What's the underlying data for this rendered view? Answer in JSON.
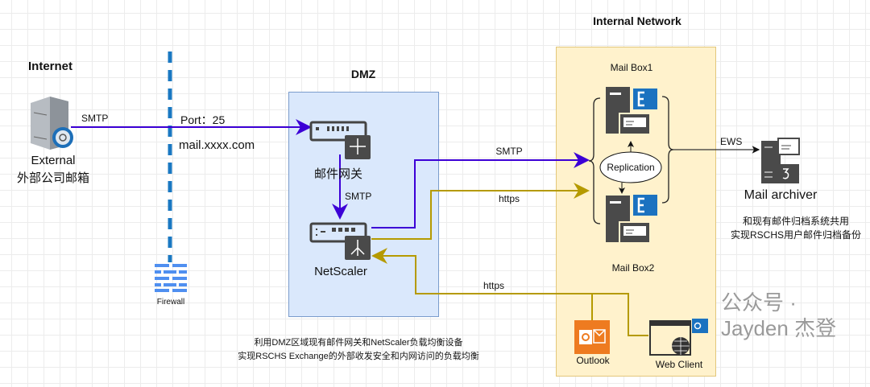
{
  "zones": {
    "internet": "Internet",
    "dmz": "DMZ",
    "internal": "Internal Network"
  },
  "external": {
    "line1": "External",
    "line2": "外部公司邮箱"
  },
  "firewall": {
    "label": "Firewall"
  },
  "links": {
    "smtp_in": "SMTP",
    "port": "Port：25",
    "domain": "mail.xxxx.com",
    "smtp_gateway": "SMTP",
    "smtp_mailbox": "SMTP",
    "https_mailbox": "https",
    "https_clients": "https",
    "ews": "EWS"
  },
  "dmz_nodes": {
    "gateway": "邮件网关",
    "netscaler": "NetScaler"
  },
  "mailboxes": {
    "box1": "Mail Box1",
    "box2": "Mail Box2",
    "replication": "Replication"
  },
  "archiver": {
    "label": "Mail archiver",
    "note1": "和现有邮件归档系统共用",
    "note2": "实现RSCHS用户邮件归档备份"
  },
  "clients": {
    "outlook": "Outlook",
    "web": "Web Client"
  },
  "dmz_note": {
    "line1": "利用DMZ区域现有邮件网关和NetScaler负载均衡设备",
    "line2": "实现RSCHS Exchange的外部收发安全和内网访问的负载均衡"
  },
  "watermark": "公众号 · Jayden 杰登",
  "colors": {
    "smtp": "#3c00d6",
    "https": "#b59a00",
    "firewall": "#1a78c2",
    "dmz_fill": "#dae8fc",
    "internal_fill": "#fff2cc"
  }
}
